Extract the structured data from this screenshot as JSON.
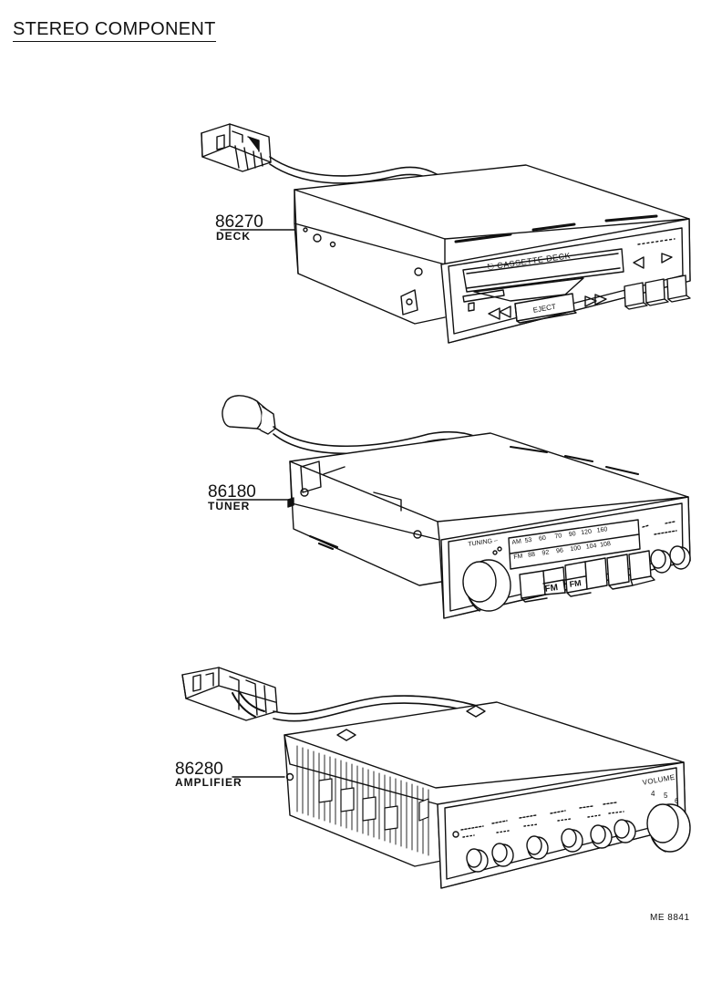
{
  "title": "STEREO COMPONENT",
  "parts": [
    {
      "number": "86270",
      "name": "DECK"
    },
    {
      "number": "86180",
      "name": "TUNER"
    },
    {
      "number": "86280",
      "name": "AMPLIFIER"
    }
  ],
  "deck_labels": {
    "window": "CASSETTE DECK",
    "eject": "EJECT"
  },
  "tuner_labels": {
    "knob": "TUNING",
    "band1": "AM",
    "band2": "FM",
    "am_scale": [
      "53",
      "60",
      "70",
      "90",
      "120",
      "160"
    ],
    "fm_scale": [
      "88",
      "92",
      "96",
      "100",
      "104",
      "108"
    ],
    "button1": "FM",
    "button2": "FM"
  },
  "amp_labels": {
    "knob": "VOLUME",
    "scale": [
      "4",
      "5",
      "6"
    ]
  },
  "figure_code": "ME 8841"
}
